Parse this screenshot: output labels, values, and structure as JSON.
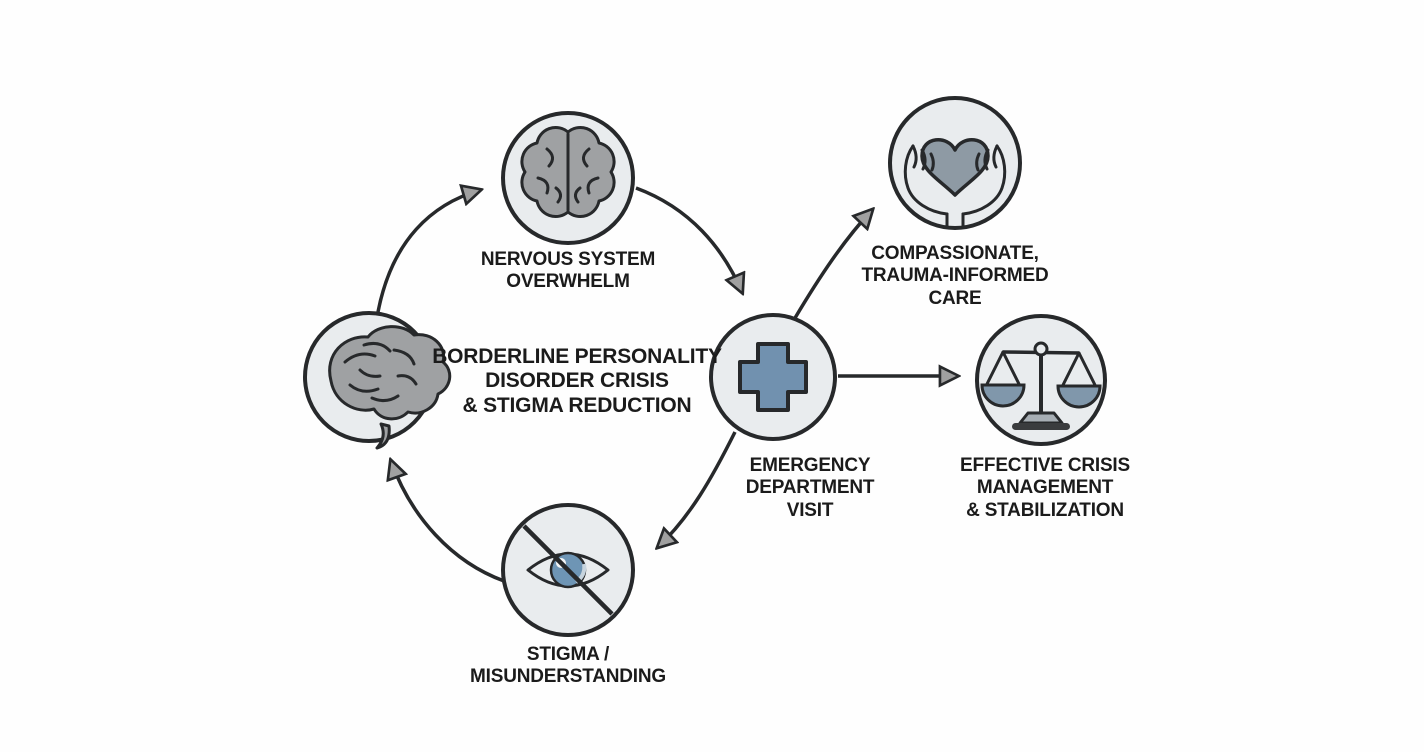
{
  "diagram": {
    "title_lines": [
      "BORDERLINE PERSONALITY",
      "DISORDER CRISIS",
      "& STIGMA REDUCTION"
    ],
    "labels": {
      "nervous": [
        "NERVOUS SYSTEM",
        "OVERWHELM"
      ],
      "emergency": [
        "EMERGENCY",
        "DEPARTMENT",
        "VISIT"
      ],
      "stigma": [
        "STIGMA /",
        "MISUNDERSTANDING"
      ],
      "compassionate": [
        "COMPASSIONATE,",
        "TRAUMA-INFORMED",
        "CARE"
      ],
      "effective": [
        "EFFECTIVE CRISIS",
        "MANAGEMENT",
        "& STABILIZATION"
      ]
    },
    "icons": [
      "brain-top-icon",
      "brain-side-icon",
      "medical-cross-icon",
      "eye-slash-icon",
      "hands-heart-icon",
      "scales-icon"
    ]
  },
  "colors": {
    "bg": "#fefefe",
    "ink": "#27292b",
    "node-fill": "#e9ecee",
    "accent-blue": "#7191af",
    "iris-blue": "#6e95b5",
    "pan-blue": "#8097ab",
    "heart-gray": "#8e9aa4",
    "brain-gray": "#9fa1a3",
    "arrow-gray": "#a0a0a0",
    "text": "#1b1b1b"
  }
}
